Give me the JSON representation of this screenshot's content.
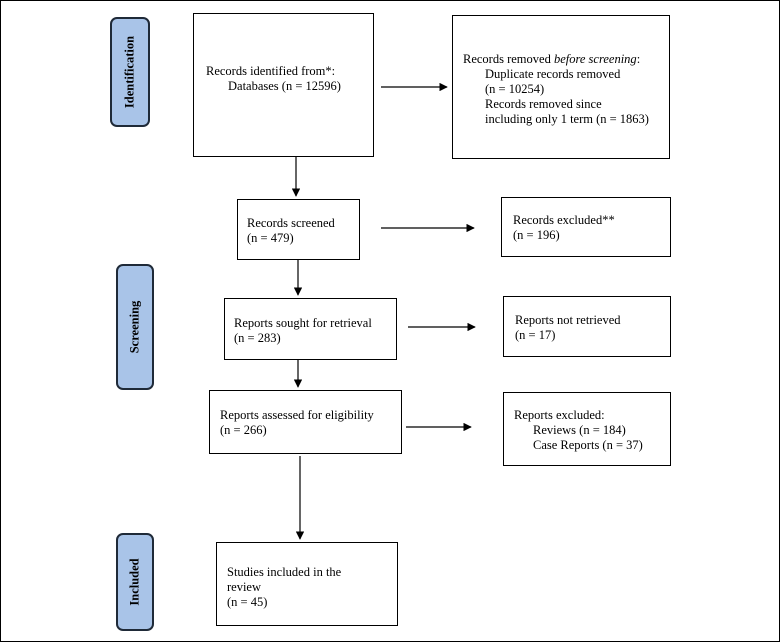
{
  "phases": {
    "identification": "Identification",
    "screening": "Screening",
    "included": "Included"
  },
  "boxes": {
    "identified": {
      "line1": "Records identified from*:",
      "line2": "Databases (n = 12596)"
    },
    "removed": {
      "line1_prefix": "Records removed ",
      "line1_italic": "before screening",
      "line1_suffix": ":",
      "line2": "Duplicate records removed",
      "line3": "(n = 10254)",
      "line4": "Records removed since",
      "line5": "including only 1 term (n = 1863)"
    },
    "screened": {
      "line1": "Records screened",
      "line2": "(n = 479)"
    },
    "excluded": {
      "line1": "Records excluded**",
      "line2": "(n = 196)"
    },
    "sought": {
      "line1": "Reports sought for retrieval",
      "line2": "(n = 283)"
    },
    "not_retrieved": {
      "line1": "Reports not retrieved",
      "line2": "(n = 17)"
    },
    "assessed": {
      "line1": "Reports assessed for eligibility",
      "line2": "(n = 266)"
    },
    "reports_excluded": {
      "line1": "Reports excluded:",
      "line2": "Reviews (n = 184)",
      "line3": "Case Reports (n = 37)"
    },
    "included": {
      "line1": "Studies included in the",
      "line2": "review",
      "line3": "(n = 45)"
    }
  }
}
